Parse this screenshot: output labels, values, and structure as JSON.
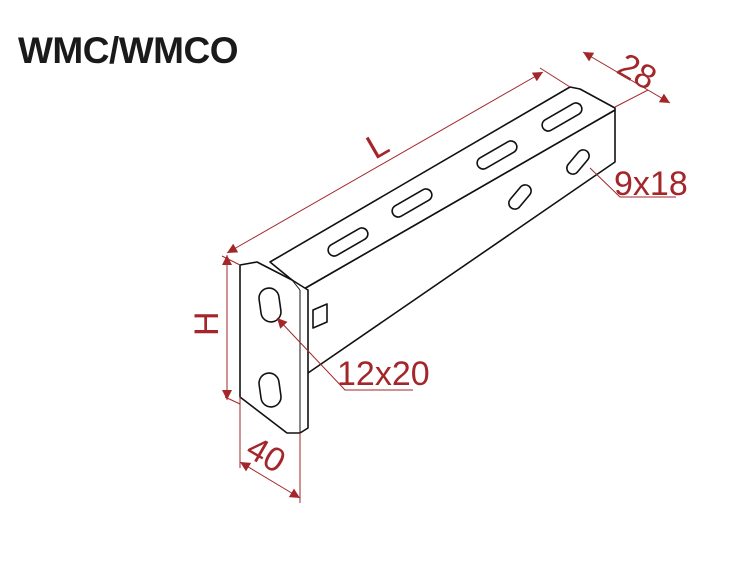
{
  "title": "WMC/WMCO",
  "dimensions": {
    "length": "L",
    "width_top": "28",
    "height": "H",
    "plate_width": "40",
    "plate_hole": "12x20",
    "side_hole": "9x18"
  },
  "colors": {
    "dimension": "#a3262a",
    "outline": "#111111",
    "title": "#1a1a1a"
  }
}
